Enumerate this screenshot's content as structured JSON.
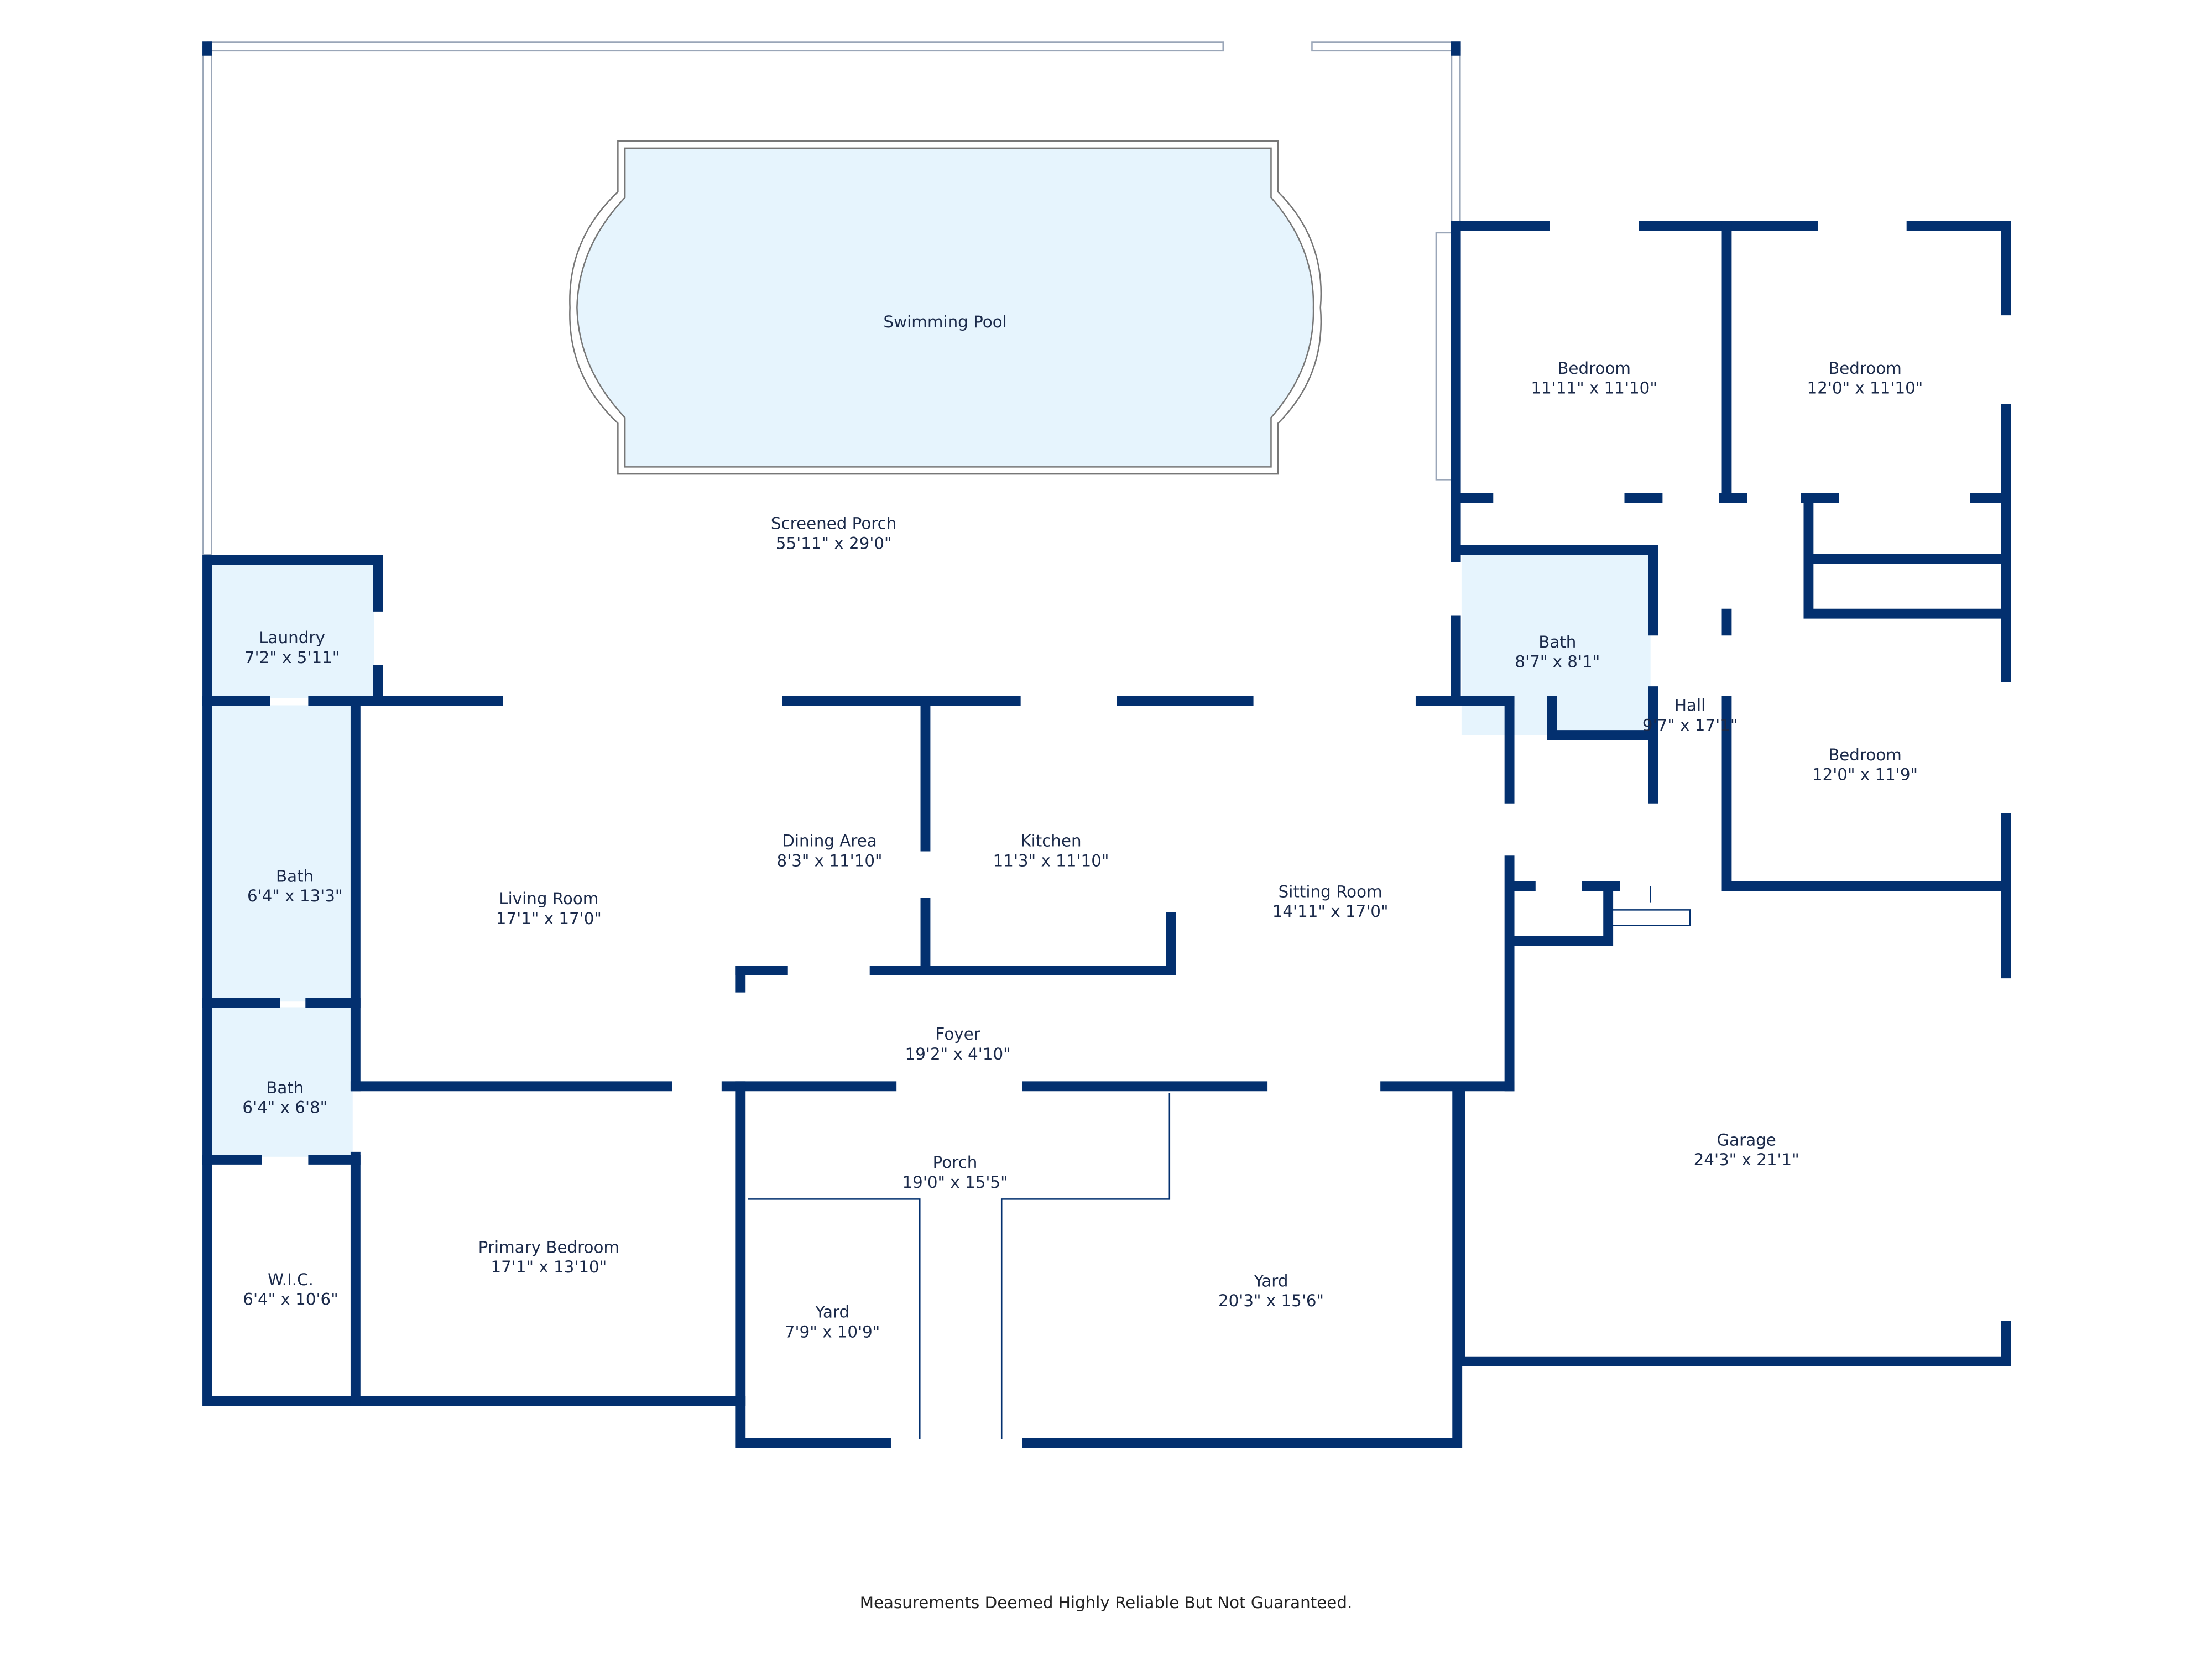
{
  "colors": {
    "wall": "#03306f",
    "wet_room_fill": "#e6f4fd",
    "background": "#ffffff"
  },
  "rooms": [
    {
      "name": "Swimming Pool",
      "dims": ""
    },
    {
      "name": "Screened Porch",
      "dims": "55'11\" x 29'0\""
    },
    {
      "name": "Bedroom",
      "dims": "11'11\" x 11'10\""
    },
    {
      "name": "Bedroom",
      "dims": "12'0\" x 11'10\""
    },
    {
      "name": "Bath",
      "dims": "8'7\" x 8'1\""
    },
    {
      "name": "Hall",
      "dims": "9'7\" x 17'1\""
    },
    {
      "name": "Bedroom",
      "dims": "12'0\" x 11'9\""
    },
    {
      "name": "Laundry",
      "dims": "7'2\" x 5'11\""
    },
    {
      "name": "Bath",
      "dims": "6'4\" x 13'3\""
    },
    {
      "name": "Living Room",
      "dims": "17'1\" x 17'0\""
    },
    {
      "name": "Dining Area",
      "dims": "8'3\" x 11'10\""
    },
    {
      "name": "Kitchen",
      "dims": "11'3\" x 11'10\""
    },
    {
      "name": "Sitting Room",
      "dims": "14'11\" x 17'0\""
    },
    {
      "name": "Foyer",
      "dims": "19'2\" x 4'10\""
    },
    {
      "name": "Bath",
      "dims": "6'4\" x 6'8\""
    },
    {
      "name": "Garage",
      "dims": "24'3\" x 21'1\""
    },
    {
      "name": "Porch",
      "dims": "19'0\" x 15'5\""
    },
    {
      "name": "W.I.C.",
      "dims": "6'4\" x 10'6\""
    },
    {
      "name": "Primary Bedroom",
      "dims": "17'1\" x 13'10\""
    },
    {
      "name": "Yard",
      "dims": "20'3\" x 15'6\""
    },
    {
      "name": "Yard",
      "dims": "7'9\" x 10'9\""
    }
  ],
  "footer": "Measurements Deemed Highly Reliable But Not Guaranteed."
}
